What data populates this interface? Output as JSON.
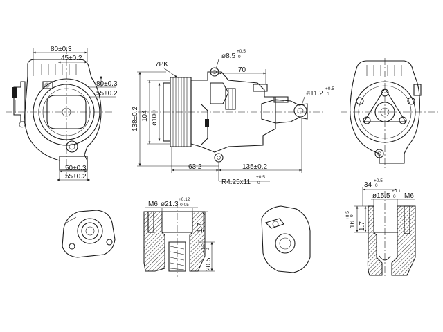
{
  "views": {
    "left": {
      "dims": {
        "w80": "80±0.3",
        "w45": "45±0.2",
        "h80": "80±0.3",
        "h55": "55±0.2",
        "b50": "50±0.3",
        "b55": "55±0.2"
      }
    },
    "center": {
      "dims": {
        "belt": "7PK",
        "port": "ø8.5",
        "port_tol_plus": "+0.5",
        "port_tol_zero": "0",
        "length70": "70",
        "pipe": "ø11.2",
        "pipe_tol_plus": "+0.5",
        "pipe_tol_zero": "0",
        "h138": "138±0.2",
        "h104": "104",
        "d100": "ø100",
        "l63": "63.2",
        "l135": "135±0.2",
        "slot": "R4.25x11",
        "slot_tol_plus": "+0.5",
        "slot_tol_zero": "0"
      }
    },
    "detail_a": {
      "dims": {
        "thread": "M6",
        "bore": "ø21.3",
        "bore_tol_plus": "+0.12",
        "bore_tol_minus": "-0.05",
        "depth": "1.7",
        "height": "20.5",
        "height_tol_plus": "+0.5",
        "height_tol_zero": "0"
      }
    },
    "detail_b": {
      "dims": {
        "top": "34",
        "top_tol_plus": "+0.5",
        "top_tol_zero": "0",
        "bore": "ø15.5",
        "bore_tol_plus": "+0.1",
        "bore_tol_zero": "0",
        "thread": "M6",
        "depth": "1.7",
        "height": "16",
        "height_tol_plus": "+0.5",
        "height_tol_zero": "0"
      }
    }
  }
}
